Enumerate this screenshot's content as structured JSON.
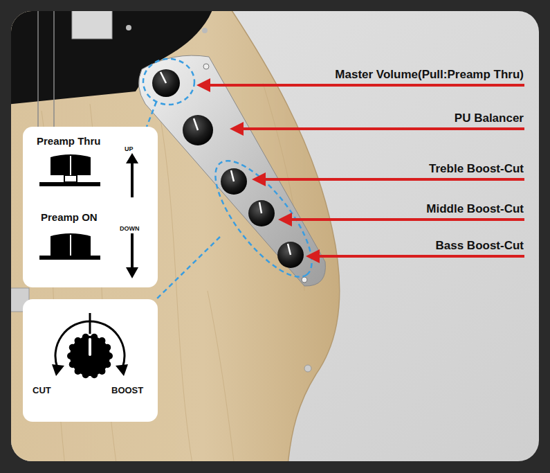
{
  "diagram": {
    "nodes": [
      {
        "text": [
          "Preamp Thru",
          "UP",
          "Preamp ON",
          "DOWN"
        ]
      },
      {
        "text": [
          "CUT",
          "BOOST"
        ]
      }
    ],
    "labels": [
      "Master Volume(Pull:Preamp Thru)",
      "PU Balancer",
      "Treble Boost-Cut",
      "Middle Boost-Cut",
      "Bass Boost-Cut"
    ]
  }
}
